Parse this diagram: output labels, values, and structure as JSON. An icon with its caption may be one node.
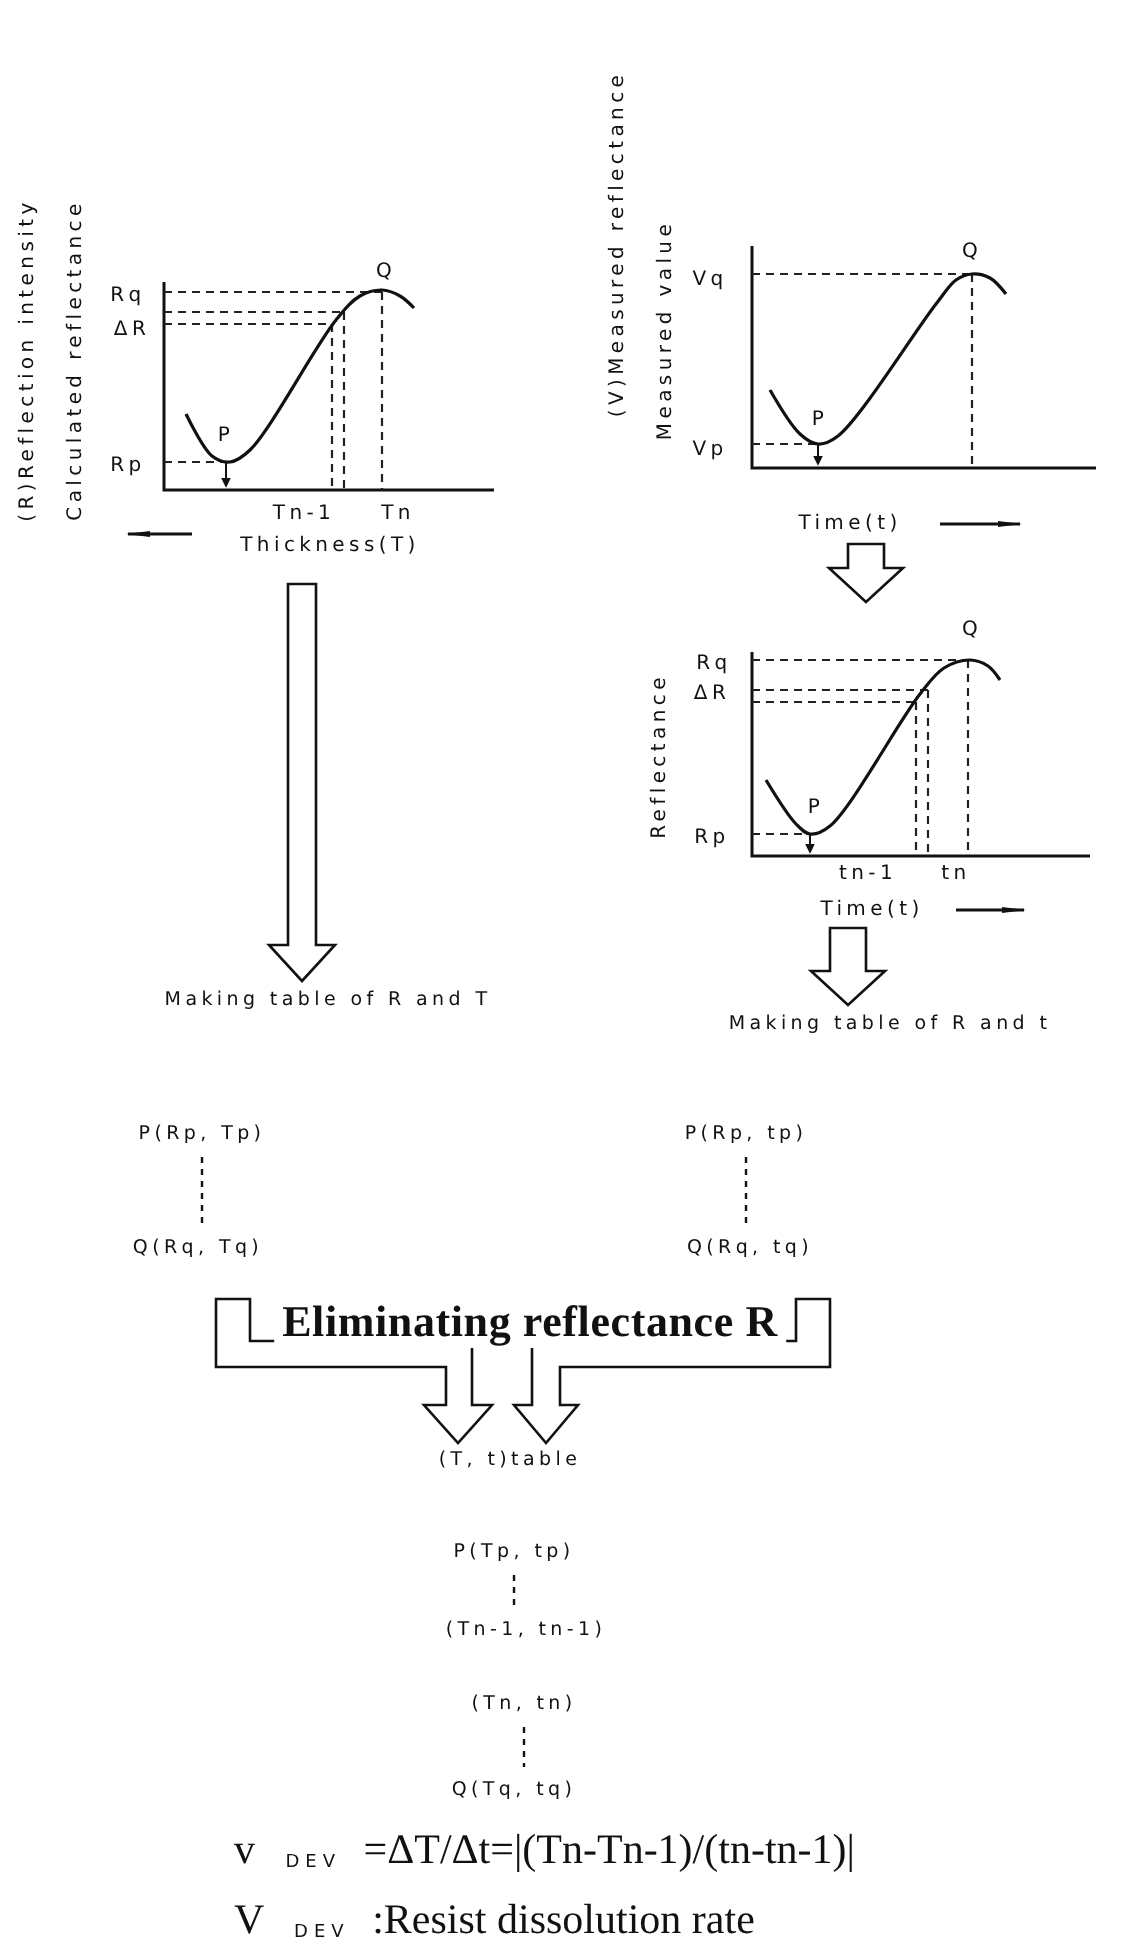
{
  "diagram": {
    "nodes": [
      {
        "text": [
          "(R)Reflection intensity",
          "Calculated reflectance",
          "Rq",
          "ΔR",
          "Rp",
          "P",
          "Q",
          "Tn-1",
          "Tn",
          "Thickness(T)"
        ]
      },
      {
        "text": [
          "(V)Measured reflectance",
          "Measured value",
          "Vq",
          "Vp",
          "P",
          "Q",
          "Time(t)"
        ]
      },
      {
        "text": [
          "Reflectance",
          "Rq",
          "ΔR",
          "Rp",
          "P",
          "Q",
          "tn-1",
          "tn",
          "Time(t)"
        ]
      },
      {
        "text": [
          "Making table of R and T"
        ]
      },
      {
        "text": [
          "Making table of R and t"
        ]
      },
      {
        "text": [
          "P(Rp, Tp)"
        ]
      },
      {
        "text": [
          "Q(Rq, Tq)"
        ]
      },
      {
        "text": [
          "P(Rp, tp)"
        ]
      },
      {
        "text": [
          "Q(Rq, tq)"
        ]
      },
      {
        "text": [
          "(T, t)table"
        ]
      },
      {
        "text": [
          "P(Tp, tp)"
        ]
      },
      {
        "text": [
          "(Tn-1, tn-1)"
        ]
      },
      {
        "text": [
          "(Tn, tn)"
        ]
      },
      {
        "text": [
          "Q(Tq, tq)"
        ]
      }
    ],
    "edges": [
      {
        "from": 0,
        "to": 3,
        "arrow": "to"
      },
      {
        "from": 1,
        "to": 2,
        "arrow": "to"
      },
      {
        "from": 2,
        "to": 4,
        "arrow": "to"
      },
      {
        "from": 5,
        "to": 6,
        "arrow": "none",
        "style": "dashed"
      },
      {
        "from": 7,
        "to": 8,
        "arrow": "none",
        "style": "dashed"
      },
      {
        "from": 6,
        "to": 9,
        "arrow": "to",
        "label": "Eliminating reflectance R"
      },
      {
        "from": 8,
        "to": 9,
        "arrow": "to"
      },
      {
        "from": 10,
        "to": 11,
        "arrow": "none",
        "style": "dashed"
      },
      {
        "from": 12,
        "to": 13,
        "arrow": "none",
        "style": "dashed"
      }
    ],
    "labels": [
      "v $_{DEV}$ =ΔT/Δt=|(Tn-Tn-1)/(tn-tn-1)|",
      "V $_{DEV}$ :Resist dissolution rate"
    ]
  }
}
